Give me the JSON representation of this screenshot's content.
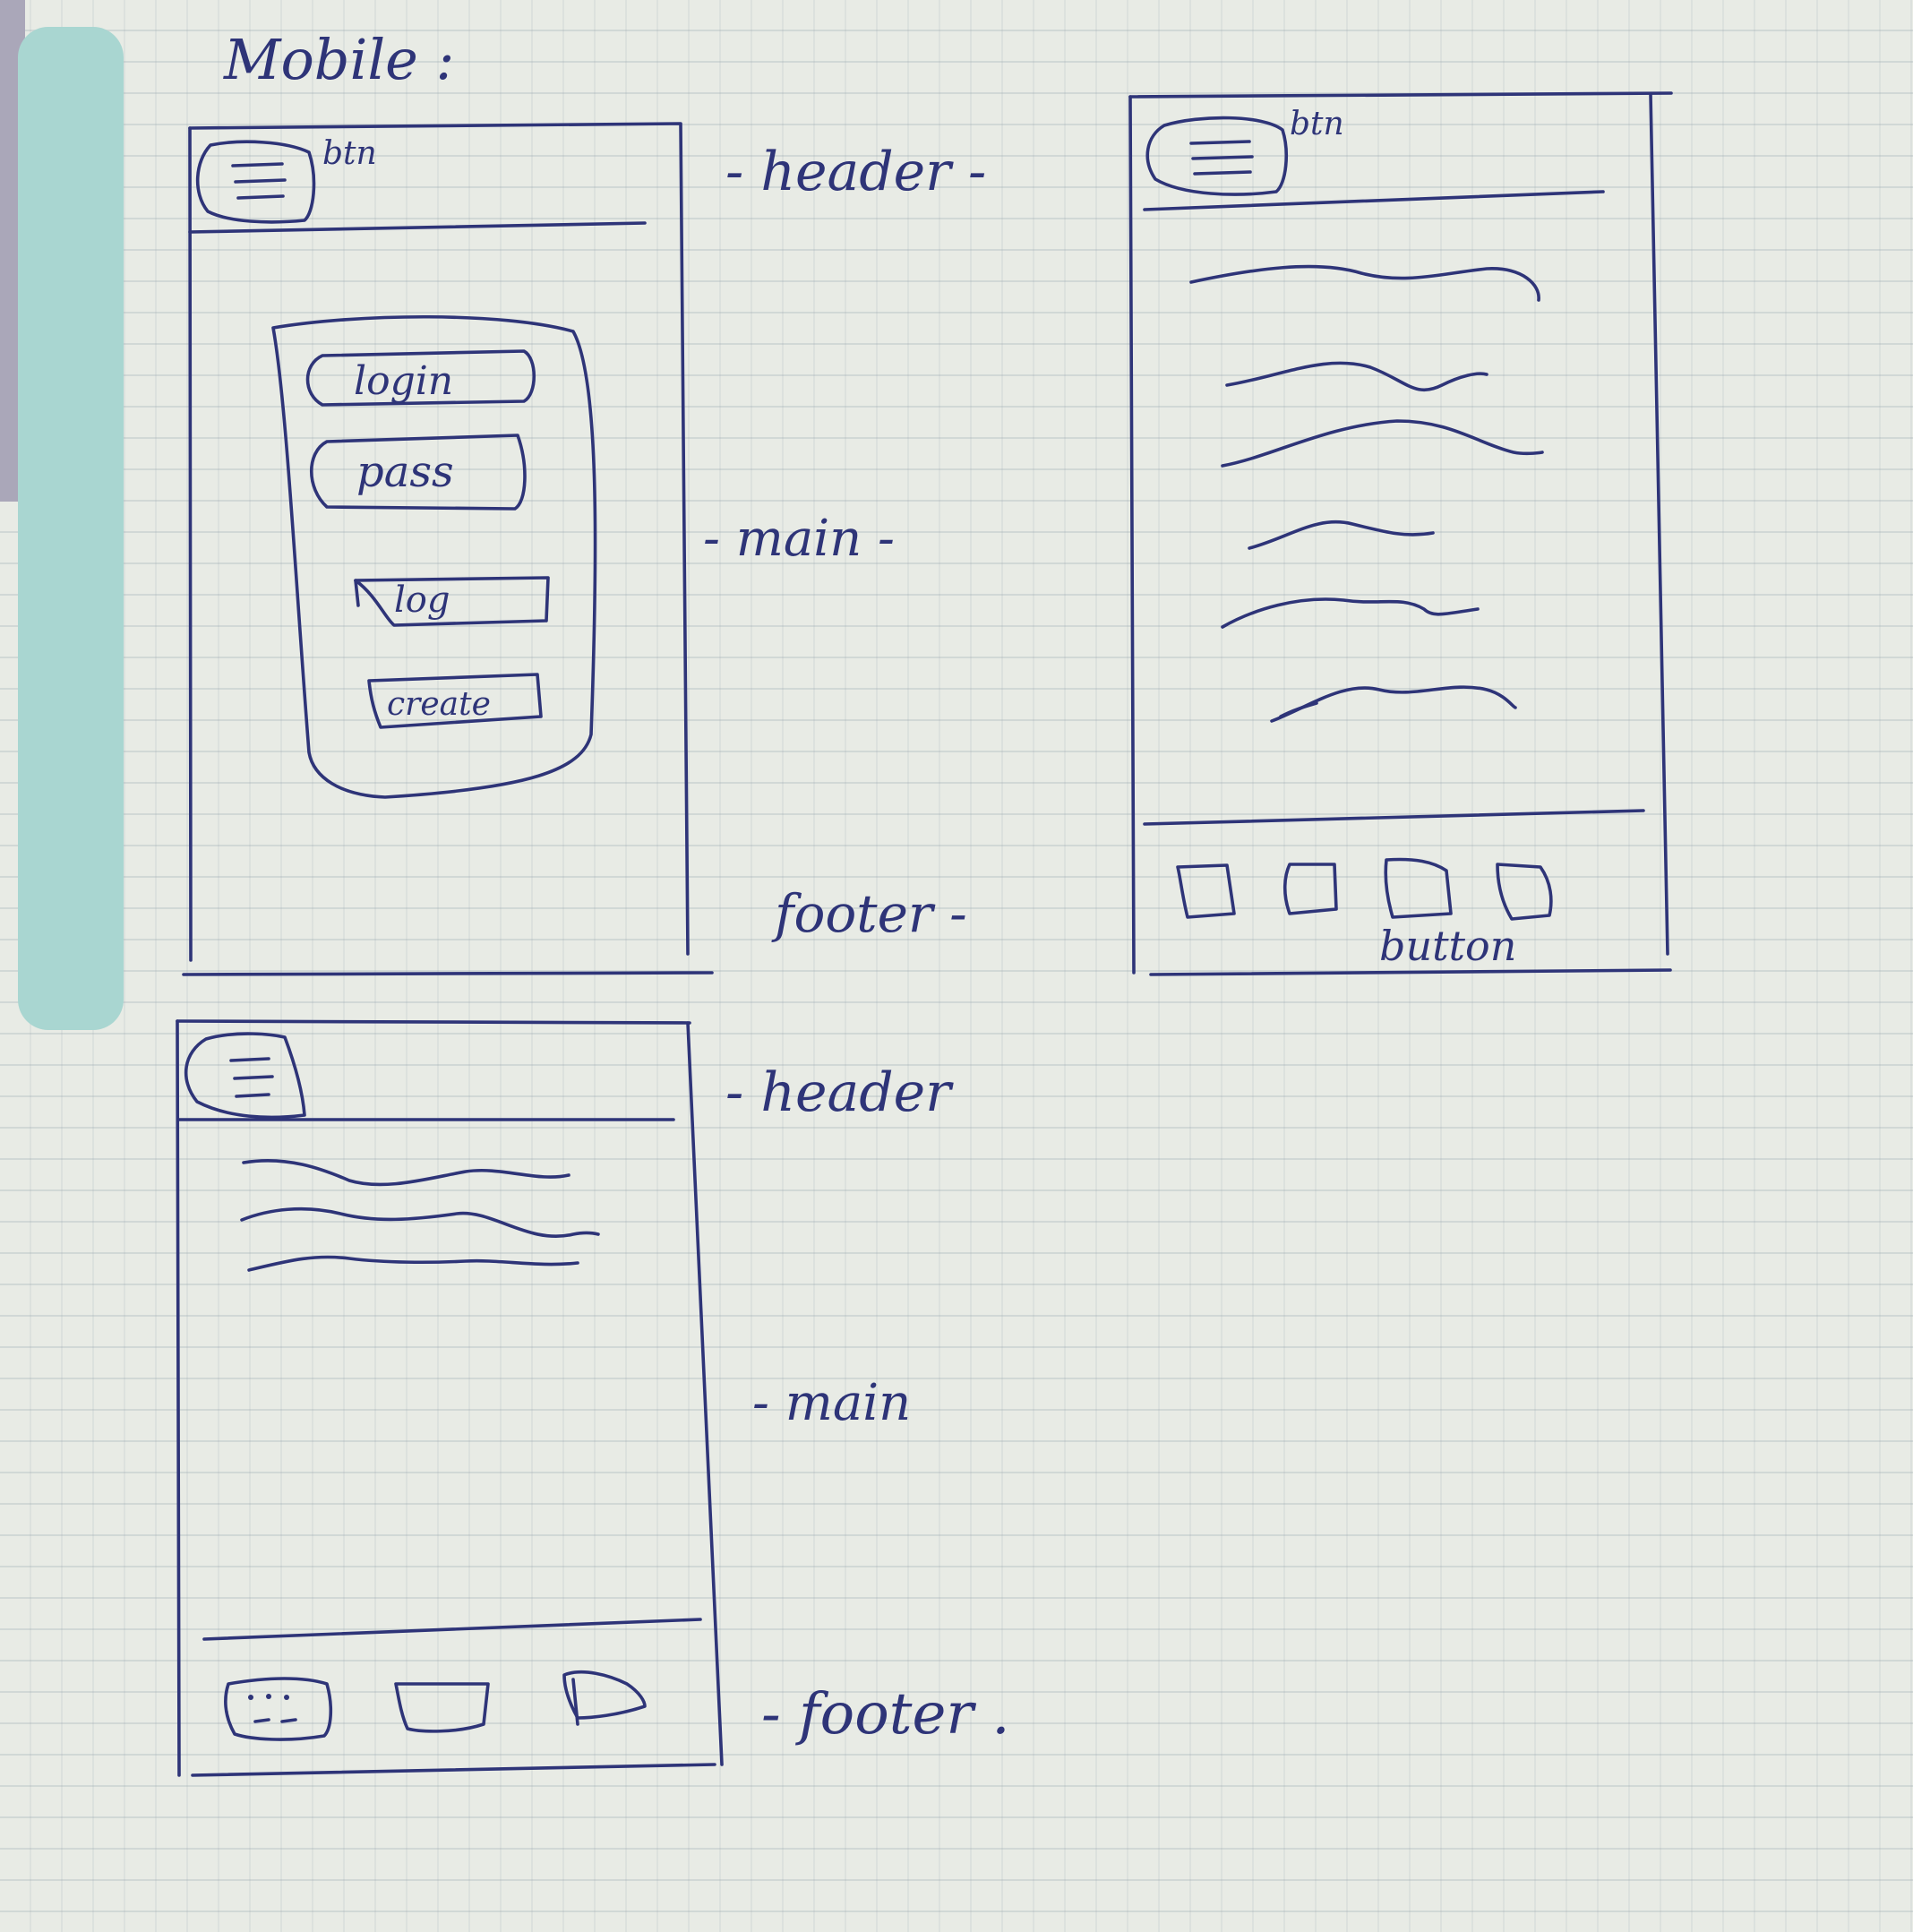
{
  "title": "Mobile :",
  "ink_color": "#2e3478",
  "tab_color": "#a9d6d1",
  "sketches": [
    {
      "name": "login-screen",
      "header_label": "btn",
      "form": {
        "login": "login",
        "pass": "pass",
        "log_button": "log",
        "create_button": "create"
      }
    },
    {
      "name": "list-screen",
      "header_label": "btn",
      "footer_label": "button"
    },
    {
      "name": "content-screen"
    }
  ],
  "annotations": {
    "header_1": "- header -",
    "main_1": "- main -",
    "footer_1": "footer -",
    "header_2": "- header",
    "main_2": "- main",
    "footer_2": "- footer ."
  }
}
